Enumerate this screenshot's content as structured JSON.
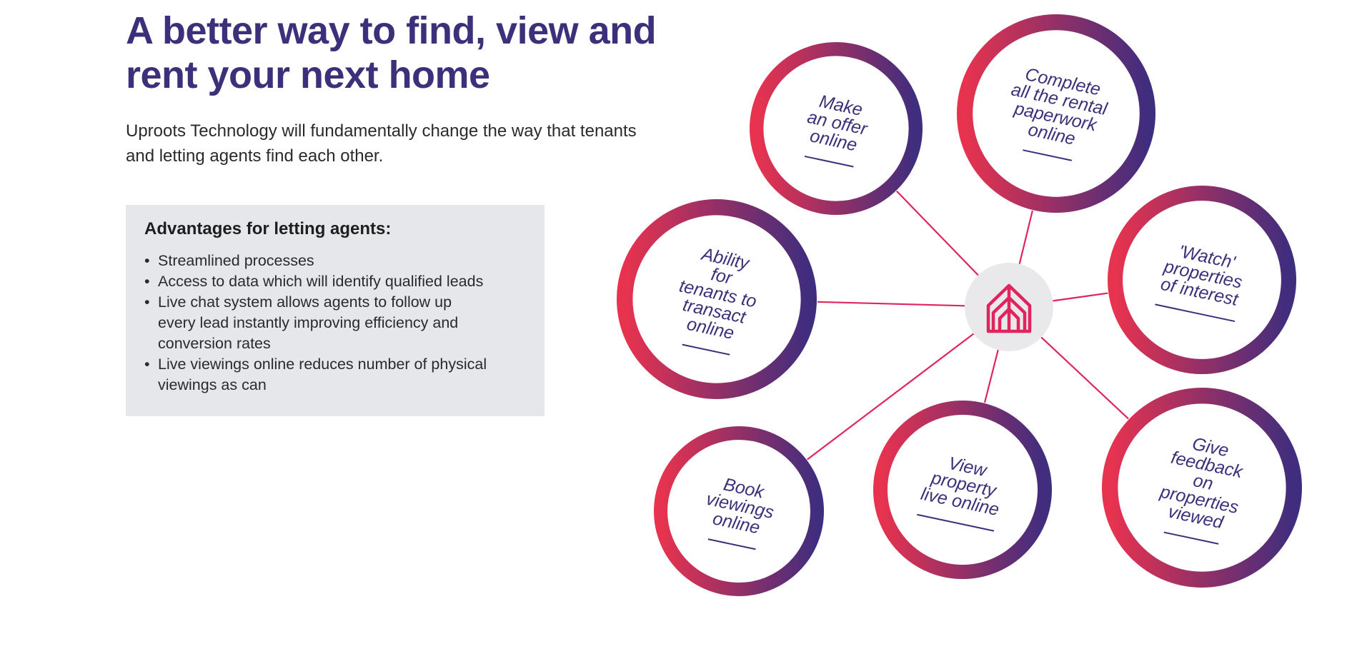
{
  "headline": [
    "A better way to find, view and",
    "rent your next home"
  ],
  "intro": [
    "Uproots Technology will fundamentally change the way that tenants",
    "and letting agents find each other."
  ],
  "advantages": {
    "heading": "Advantages for letting agents:",
    "items": [
      [
        "Streamlined processes"
      ],
      [
        "Access to data which will identify qualified leads"
      ],
      [
        "Live chat system allows agents to follow up",
        "every lead instantly improving efficiency and",
        "conversion rates"
      ],
      [
        "Live viewings online reduces number of physical",
        "viewings as can"
      ]
    ]
  },
  "diagram": {
    "center_icon": "uproots-logo-icon",
    "colors": {
      "ring_start": "#e8334f",
      "ring_end": "#3f2d7e",
      "connector": "#e0245e",
      "center_fill": "#e9e9eb",
      "logo": "#e0245e",
      "label": "#3d2f7a"
    },
    "nodes": [
      {
        "id": "make-offer",
        "lines": [
          "Make",
          "an offer",
          "online"
        ]
      },
      {
        "id": "complete-paperwork",
        "lines": [
          "Complete",
          "all the rental",
          "paperwork",
          "online"
        ]
      },
      {
        "id": "watch-properties",
        "lines": [
          "'Watch'",
          "properties",
          "of interest"
        ]
      },
      {
        "id": "give-feedback",
        "lines": [
          "Give",
          "feedback",
          "on",
          "properties",
          "viewed"
        ]
      },
      {
        "id": "view-property-live",
        "lines": [
          "View",
          "property",
          "live online"
        ]
      },
      {
        "id": "book-viewings",
        "lines": [
          "Book",
          "viewings",
          "online"
        ]
      },
      {
        "id": "tenants-transact",
        "lines": [
          "Ability",
          "for",
          "tenants to",
          "transact",
          "online"
        ]
      }
    ]
  }
}
